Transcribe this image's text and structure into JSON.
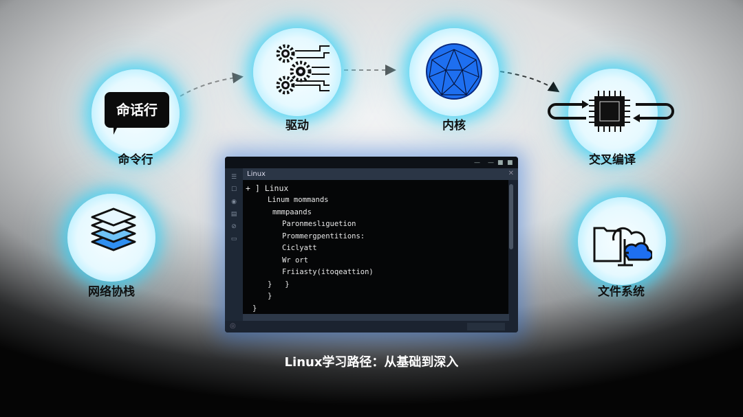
{
  "title": "Linux学习路径：从基础到深入",
  "nodes": {
    "cli": {
      "label": "命令行",
      "icon_text": "命话行"
    },
    "driver": {
      "label": "驱动"
    },
    "kernel": {
      "label": "内核"
    },
    "cross": {
      "label": "交叉编译"
    },
    "net": {
      "label": "网络协栈"
    },
    "fs": {
      "label": "文件系统"
    }
  },
  "terminal": {
    "tab_title": "Linux",
    "lines": [
      "+ ] Linux",
      "Linum mommands",
      "mmmpaands",
      "Paronmeslıguetion",
      "Prommergpentitions:",
      "Ciclyatt",
      "Wr ort",
      "Friiasty(itoqeattion)",
      "}   }",
      "}",
      "}"
    ]
  },
  "colors": {
    "glow": "#5fd6f5",
    "kernel": "#1e6ff0"
  }
}
